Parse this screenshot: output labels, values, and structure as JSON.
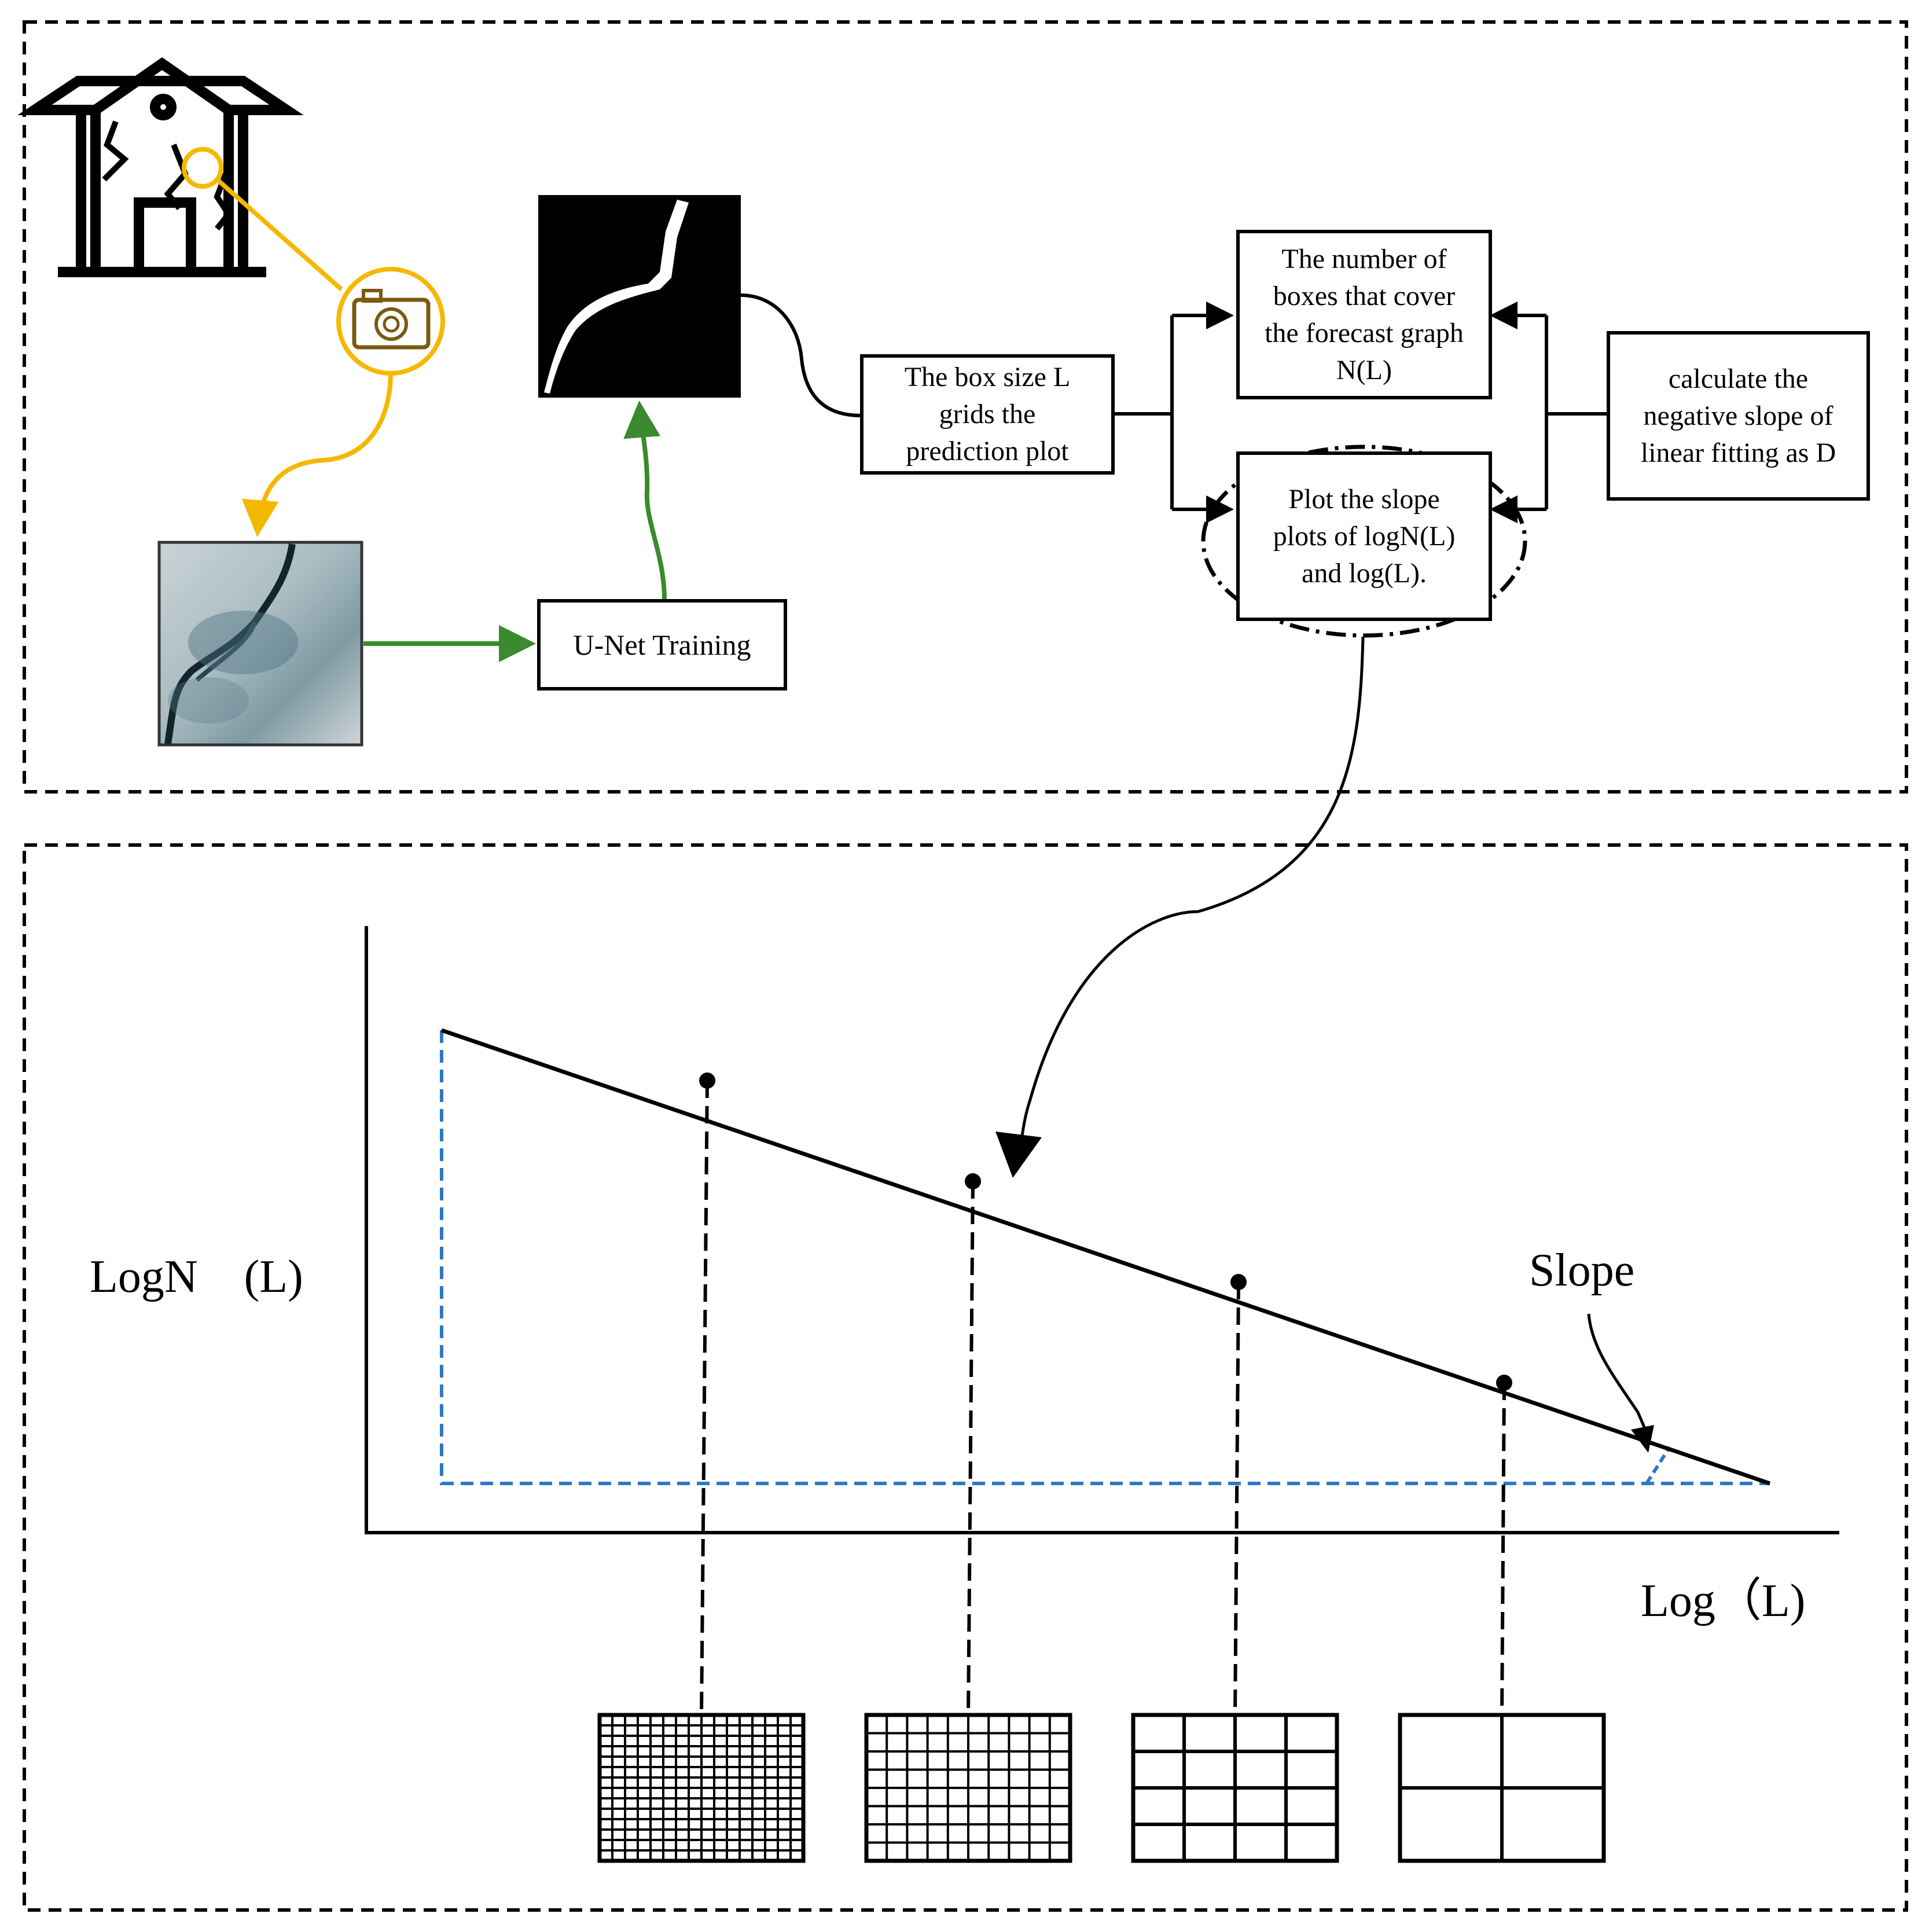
{
  "boxes": {
    "unet": "U-Net  Training",
    "box_size": "The box size L\ngrids the\nprediction plot",
    "num_boxes": "The number of\nboxes that cover\nthe forecast graph\nN(L)",
    "slope_plot": "Plot the slope\nplots of logN(L)\nand log(L).",
    "calc_slope": "calculate the\nnegative slope of\nlinear fitting as D"
  },
  "chart_labels": {
    "ylabel": "LogN　(L)",
    "xlabel": "Log（L)",
    "slope": "Slope"
  },
  "colors": {
    "camera_line": "#F5B800",
    "train_arrow": "#3A8A2E",
    "guide_dash": "#2E78C8",
    "stroke": "#000000"
  },
  "chart_data": {
    "type": "line",
    "title": "",
    "xlabel": "Log（L)",
    "ylabel": "LogN　(L)",
    "grid": false,
    "series": [
      {
        "x": [
          1,
          2,
          3,
          4
        ],
        "y": [
          4,
          3,
          2,
          1
        ]
      }
    ],
    "fit_line": {
      "x": [
        0,
        5
      ],
      "y": [
        4.5,
        0
      ]
    },
    "box_grids": [
      "16x14",
      "10x8",
      "4x4",
      "2x2"
    ]
  }
}
